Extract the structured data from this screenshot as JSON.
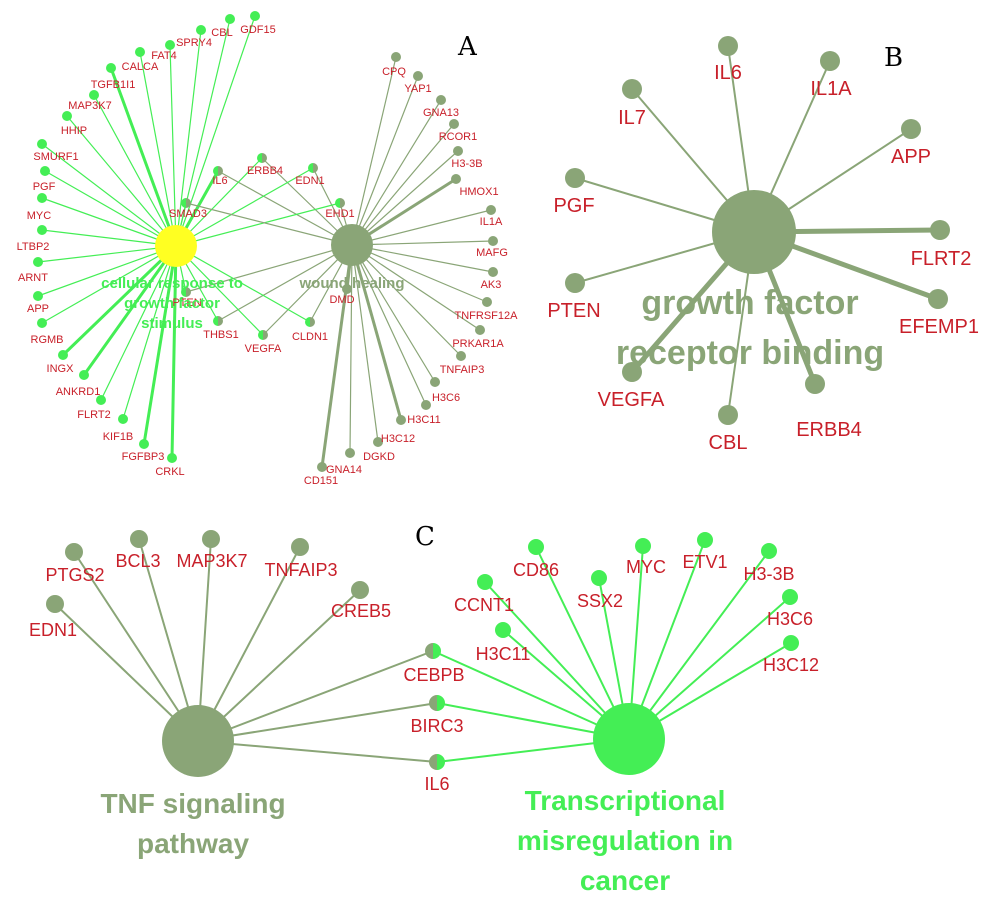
{
  "colors": {
    "gene_label": "#c8202a",
    "node_olive": "#8aa577",
    "node_green": "#44ee55",
    "node_yellow": "#ffff22",
    "edge_olive": "#8aa577",
    "edge_green": "#44ee55",
    "hub_label_olive": "#8aa577",
    "hub_label_green": "#44ee55"
  },
  "panels": {
    "A": {
      "letter": "A",
      "hubs": [
        {
          "name": "cellular response to growth factor stimulus",
          "lines": [
            "cellular response to",
            "growth factor",
            "stimulus"
          ],
          "color": "green"
        },
        {
          "name": "wound healing",
          "lines": [
            "wound healing"
          ],
          "color": "olive"
        }
      ],
      "genes_hub1": [
        "GDF15",
        "CBL",
        "SPRY4",
        "FAT4",
        "CALCA",
        "TGFB1I1",
        "MAP3K7",
        "HHIP",
        "SMURF1",
        "PGF",
        "MYC",
        "LTBP2",
        "ARNT",
        "APP",
        "RGMB",
        "INGX",
        "ANKRD1",
        "FLRT2",
        "KIF1B",
        "FGFBP3",
        "CRKL"
      ],
      "genes_hub2": [
        "CPQ",
        "YAP1",
        "GNA13",
        "RCOR1",
        "H3-3B",
        "HMOX1",
        "IL1A",
        "MAFG",
        "AK3",
        "TNFRSF12A",
        "PRKAR1A",
        "TNFAIP3",
        "H3C6",
        "H3C11",
        "H3C12",
        "DGKD",
        "GNA14",
        "CD151",
        "DMD"
      ],
      "genes_shared": [
        "IL6",
        "ERBB4",
        "EDN1",
        "EHD1",
        "SMAD3",
        "PTEN",
        "THBS1",
        "VEGFA",
        "CLDN1"
      ]
    },
    "B": {
      "letter": "B",
      "hub": {
        "name": "growth factor receptor binding",
        "lines": [
          "growth factor",
          "receptor binding"
        ]
      },
      "genes": [
        "IL6",
        "IL1A",
        "APP",
        "FLRT2",
        "EFEMP1",
        "ERBB4",
        "CBL",
        "VEGFA",
        "PTEN",
        "PGF",
        "IL7"
      ]
    },
    "C": {
      "letter": "C",
      "hub1": {
        "name": "TNF signaling pathway",
        "lines": [
          "TNF signaling",
          "pathway"
        ]
      },
      "hub2": {
        "name": "Transcriptional misregulation in cancer",
        "lines": [
          "Transcriptional",
          "misregulation in",
          "cancer"
        ]
      },
      "genes_hub1": [
        "EDN1",
        "PTGS2",
        "BCL3",
        "MAP3K7",
        "TNFAIP3",
        "CREB5"
      ],
      "genes_shared": [
        "CEBPB",
        "BIRC3",
        "IL6"
      ],
      "genes_hub2": [
        "CCNT1",
        "H3C11",
        "CD86",
        "SSX2",
        "MYC",
        "ETV1",
        "H3-3B",
        "H3C6",
        "H3C12"
      ]
    }
  }
}
